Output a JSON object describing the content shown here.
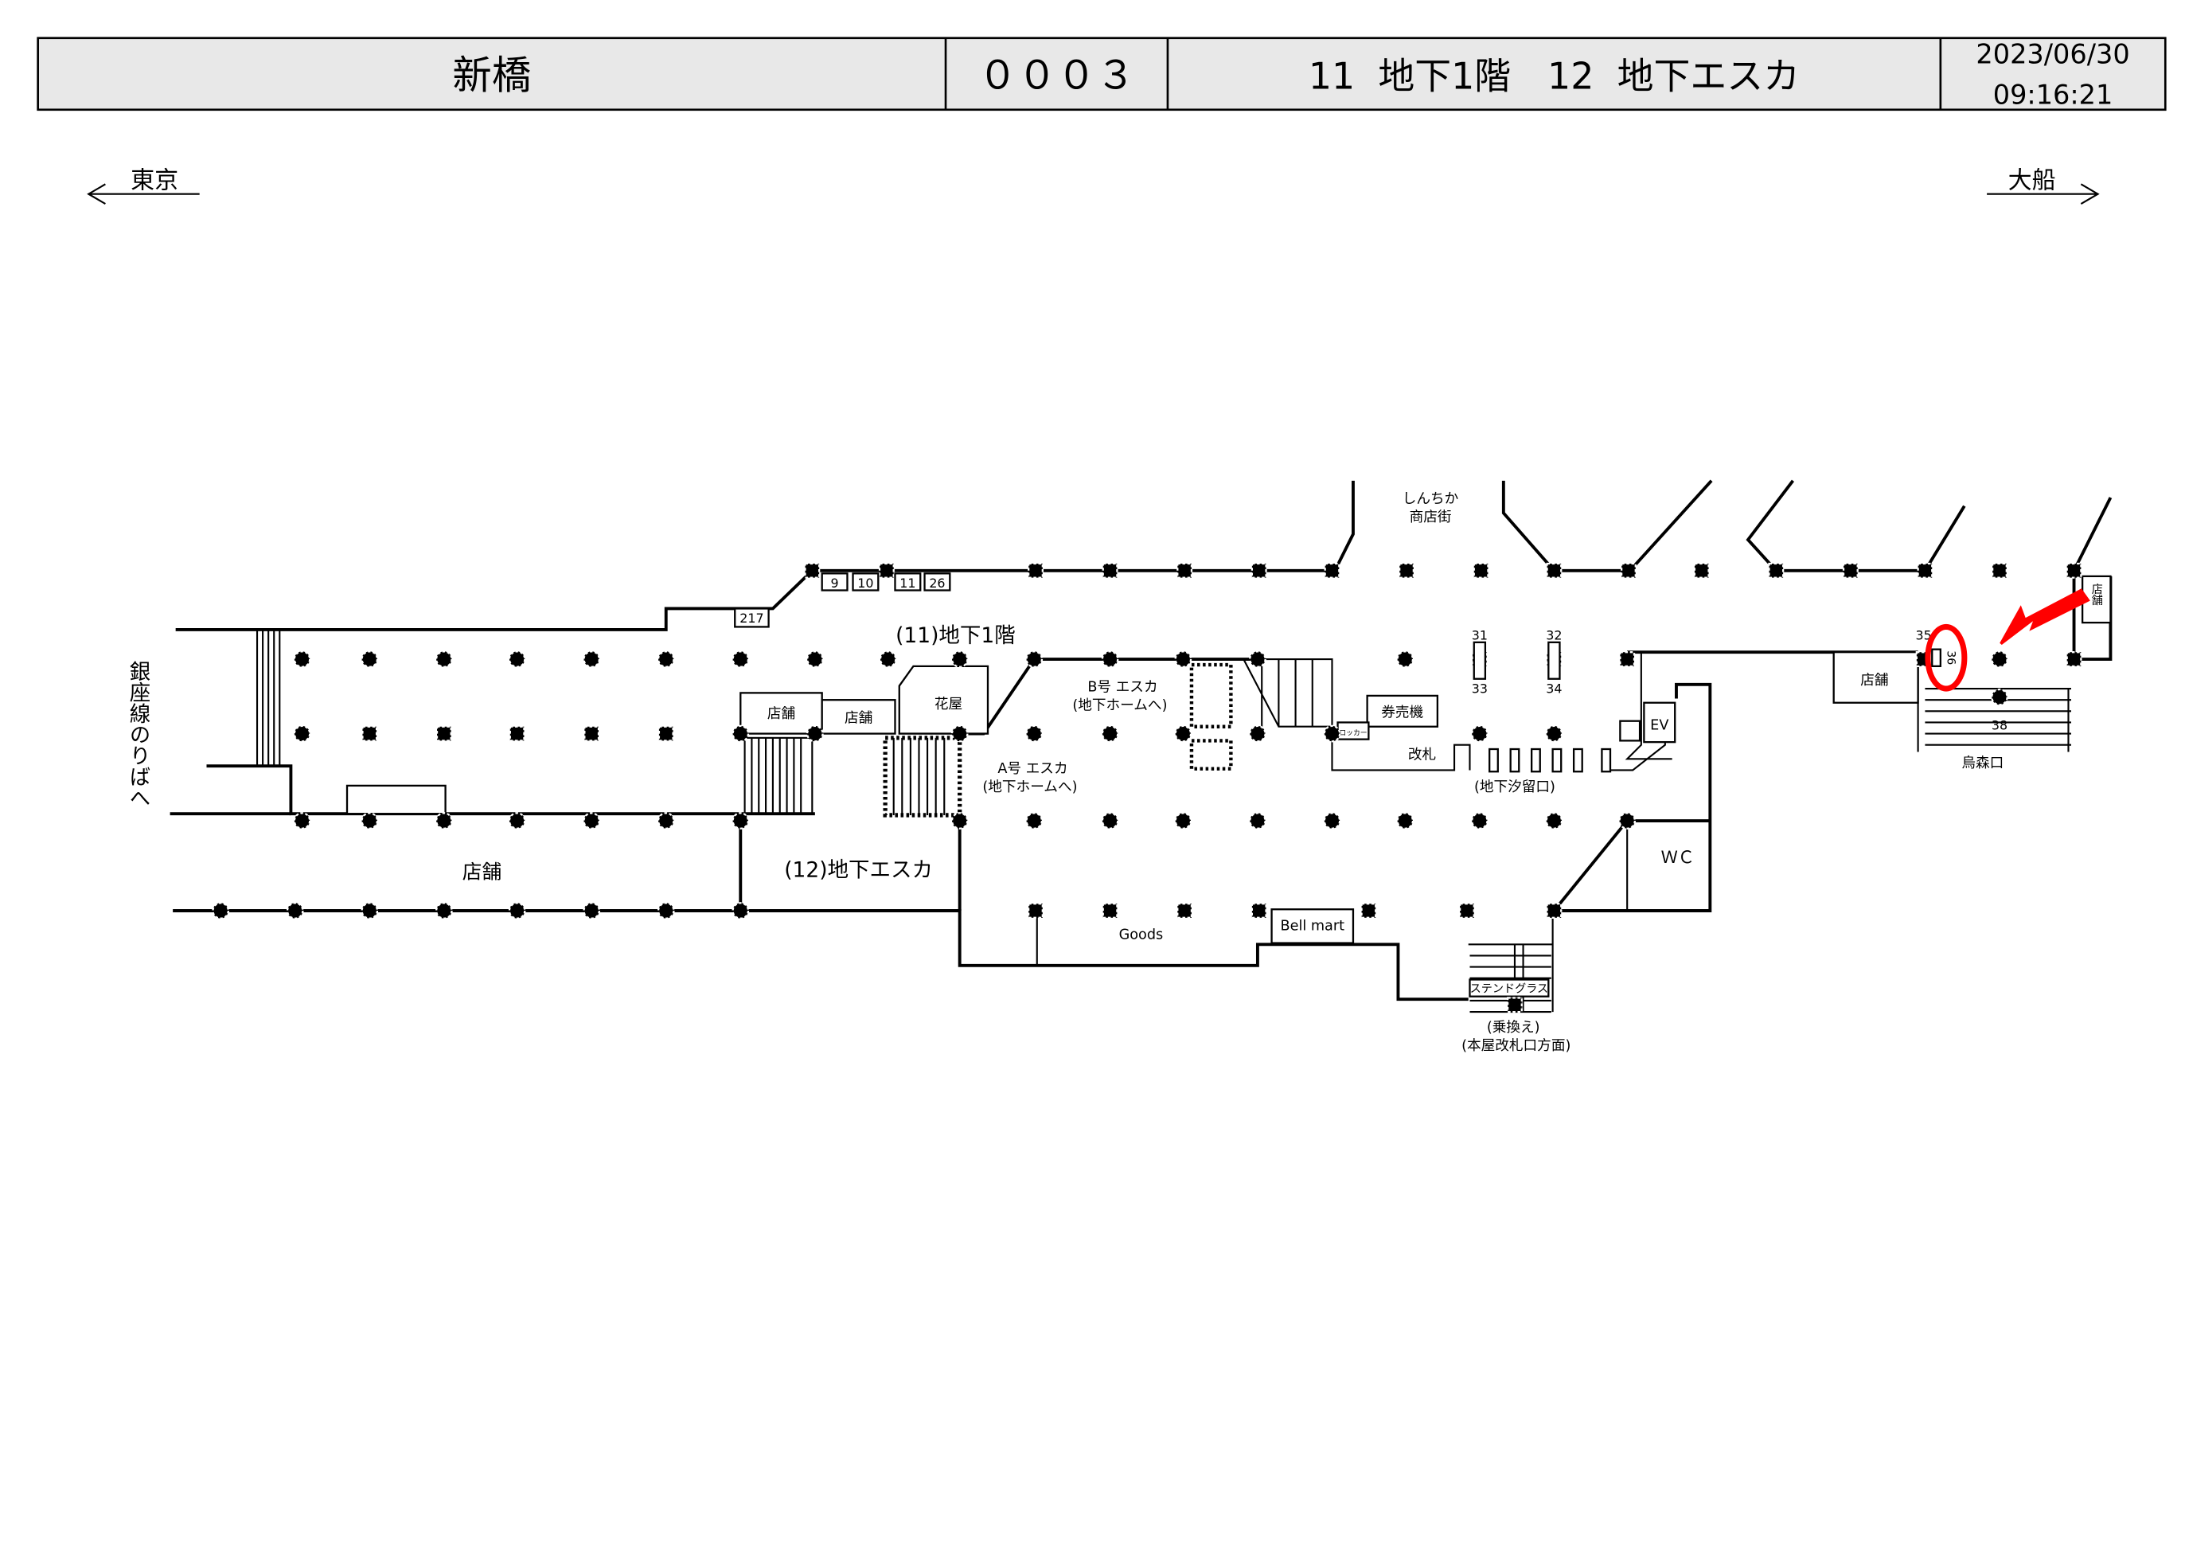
{
  "header": {
    "station": "新橋",
    "code": "０００３",
    "floors": "11  地下1階　12  地下エスカ",
    "date": "2023/06/30",
    "time": "09:16:21"
  },
  "directions": {
    "left": "東京",
    "right": "大船"
  },
  "side_label": "銀座線のりばへ",
  "areas": {
    "b1": "(11)地下1階",
    "esca": "(12)地下エスカ",
    "shop_big": "店舗",
    "shop1": "店舗",
    "shop2": "店舗",
    "flower": "花屋",
    "shop_right": "店舗",
    "shop_edge": "店舗",
    "shinchika": "しんちか",
    "shotengai": "商店街",
    "b_esca": "B号 エスカ",
    "b_esca_sub": "(地下ホームへ)",
    "a_esca": "A号 エスカ",
    "a_esca_sub": "(地下ホームへ)",
    "ticket": "券売機",
    "locker": "ロッカー",
    "gate": "改札",
    "shiodome": "(地下汐留口)",
    "ev": "EV",
    "wc": "ＷＣ",
    "goods": "Goods",
    "bellmart": "Bell mart",
    "stained": "ステンドグラス",
    "transfer": "(乗換え)",
    "transfer_sub": "(本屋改札口方面)",
    "karasumori": "烏森口"
  },
  "ad_numbers": [
    "9",
    "10",
    "11",
    "26",
    "217",
    "31",
    "32",
    "33",
    "34",
    "35",
    "36",
    "38"
  ],
  "highlight": {
    "target": "36",
    "color": "#ff0000"
  }
}
